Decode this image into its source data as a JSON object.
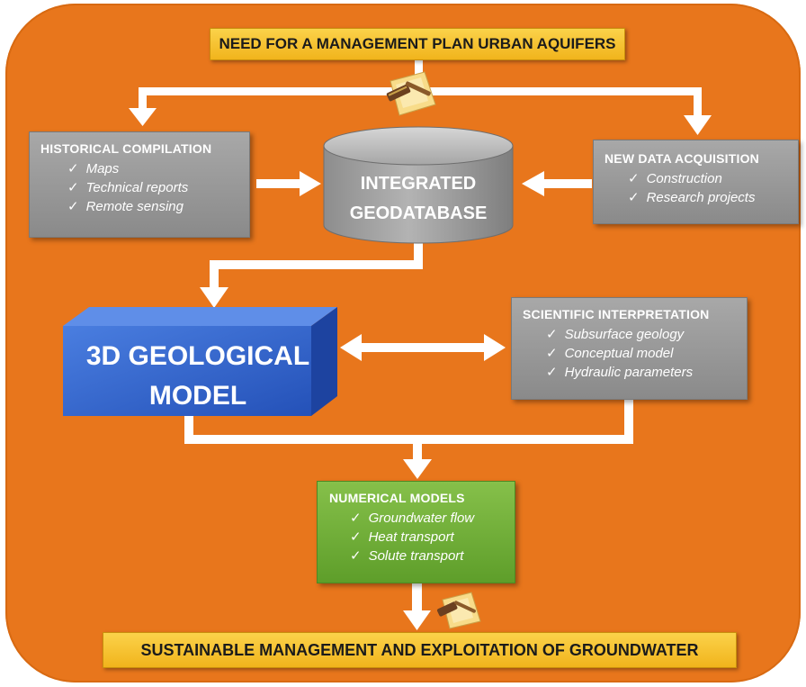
{
  "top_banner": "NEED FOR A MANAGEMENT PLAN URBAN AQUIFERS",
  "bottom_banner": "SUSTAINABLE MANAGEMENT AND EXPLOITATION OF GROUNDWATER",
  "historical": {
    "title": "HISTORICAL COMPILATION",
    "items": [
      "Maps",
      "Technical reports",
      "Remote sensing"
    ]
  },
  "database": {
    "line1": "INTEGRATED",
    "line2": "GEODATABASE"
  },
  "new_data": {
    "title": "NEW DATA ACQUISITION",
    "items": [
      "Construction",
      "Research projects"
    ]
  },
  "geological_model": {
    "line1": "3D GEOLOGICAL",
    "line2": "MODEL"
  },
  "scientific": {
    "title": "SCIENTIFIC INTERPRETATION",
    "items": [
      "Subsurface geology",
      "Conceptual model",
      "Hydraulic parameters"
    ]
  },
  "numerical": {
    "title": "NUMERICAL MODELS",
    "items": [
      "Groundwater flow",
      "Heat transport",
      "Solute transport"
    ]
  },
  "check_mark": "✓",
  "colors": {
    "background": "#e8761c",
    "banner": "#f6c22d",
    "grey_box": "#999999",
    "green_box": "#6aad33",
    "model_blue": "#2e60c9",
    "arrow": "#ffffff"
  },
  "icons": [
    "gavel-document-icon"
  ]
}
